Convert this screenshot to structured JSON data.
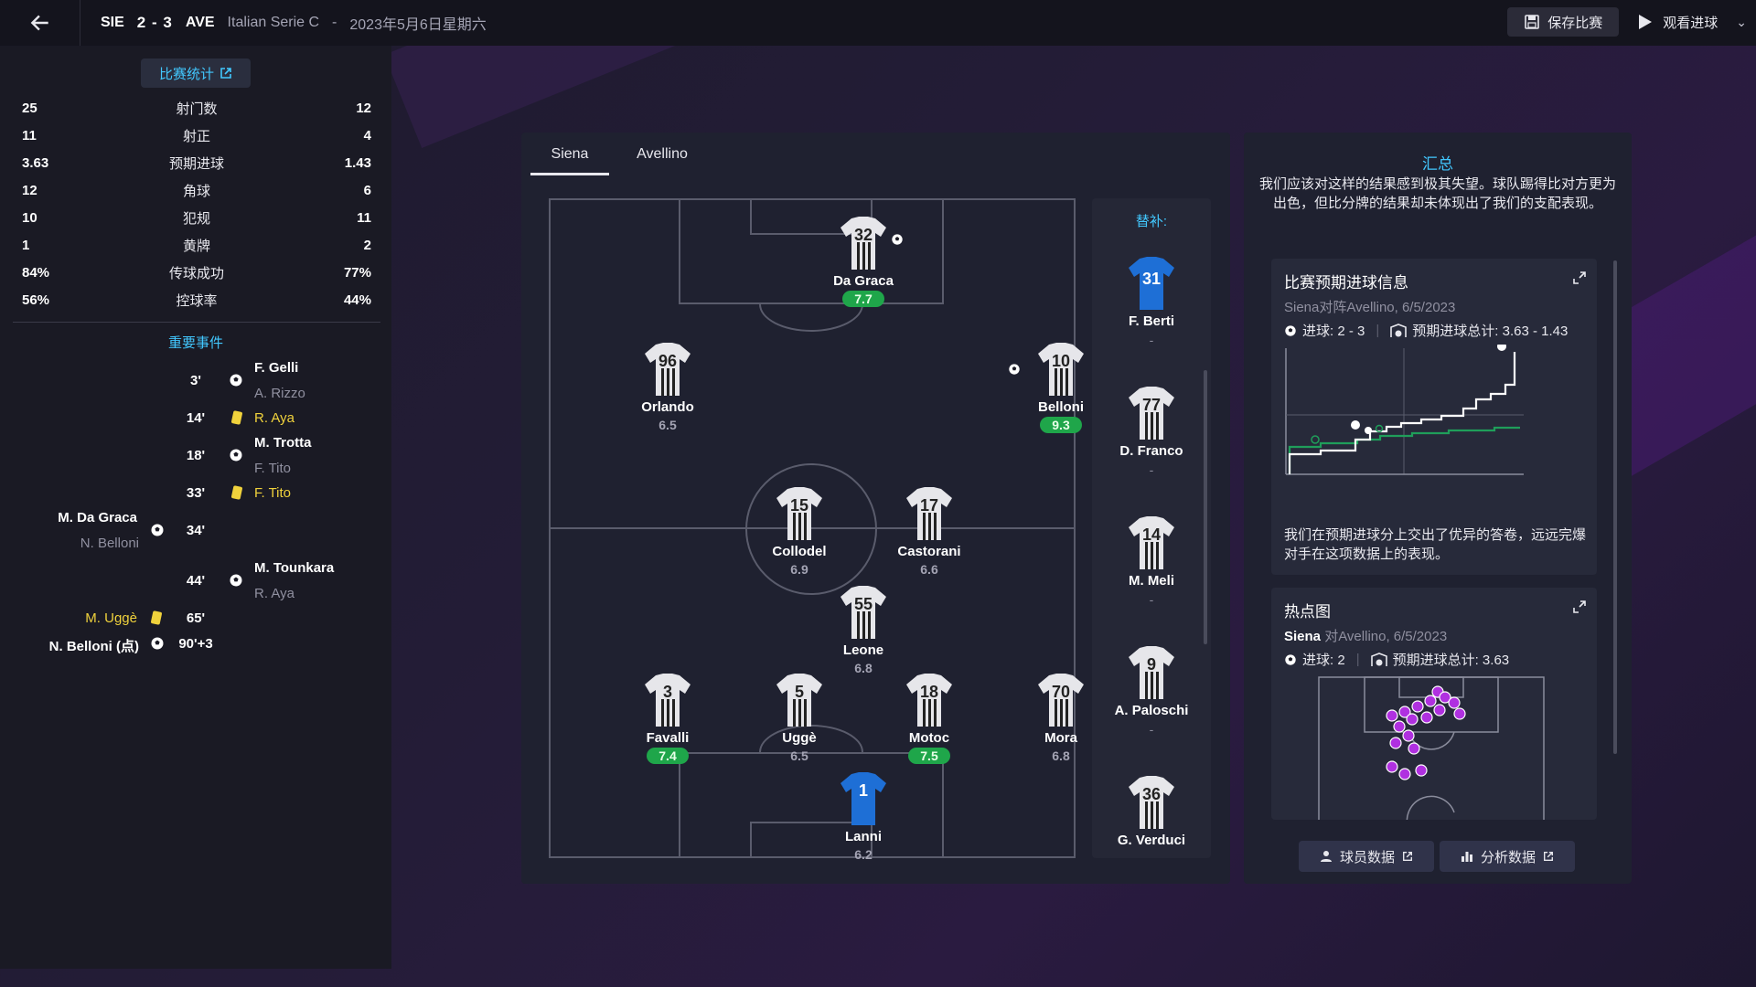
{
  "topbar": {
    "home_abbr": "SIE",
    "score": "2 - 3",
    "away_abbr": "AVE",
    "competition": "Italian Serie C",
    "separator": "-",
    "date": "2023年5月6日星期六",
    "save_label": "保存比赛",
    "watch_label": "观看进球"
  },
  "stats": {
    "button_label": "比赛统计",
    "rows": [
      {
        "home": "25",
        "label": "射门数",
        "away": "12"
      },
      {
        "home": "11",
        "label": "射正",
        "away": "4"
      },
      {
        "home": "3.63",
        "label": "预期进球",
        "away": "1.43"
      },
      {
        "home": "12",
        "label": "角球",
        "away": "6"
      },
      {
        "home": "10",
        "label": "犯规",
        "away": "11"
      },
      {
        "home": "1",
        "label": "黄牌",
        "away": "2"
      },
      {
        "home": "84%",
        "label": "传球成功",
        "away": "77%"
      },
      {
        "home": "56%",
        "label": "控球率",
        "away": "44%"
      }
    ]
  },
  "events": {
    "title": "重要事件",
    "items": [
      {
        "minute": "3'",
        "main": "F. Gelli",
        "sub": "A. Rizzo"
      },
      {
        "minute": "14'",
        "main": "R. Aya"
      },
      {
        "minute": "18'",
        "main": "M. Trotta",
        "sub": "F. Tito"
      },
      {
        "minute": "33'",
        "main": "F. Tito"
      },
      {
        "minute": "34'",
        "main": "M. Da Graca",
        "sub": "N. Belloni"
      },
      {
        "minute": "44'",
        "main": "M. Tounkara",
        "sub": "R. Aya"
      },
      {
        "minute": "65'",
        "main": "M. Uggè"
      },
      {
        "minute": "90'+3",
        "main": "N. Belloni (点)"
      }
    ]
  },
  "pitch": {
    "tabs": [
      "Siena",
      "Avellino"
    ],
    "players": [
      {
        "num": "32",
        "name": "Da Graca",
        "rating": "7.7"
      },
      {
        "num": "96",
        "name": "Orlando",
        "rating": "6.5"
      },
      {
        "num": "10",
        "name": "Belloni",
        "rating": "9.3"
      },
      {
        "num": "15",
        "name": "Collodel",
        "rating": "6.9"
      },
      {
        "num": "17",
        "name": "Castorani",
        "rating": "6.6"
      },
      {
        "num": "55",
        "name": "Leone",
        "rating": "6.8"
      },
      {
        "num": "3",
        "name": "Favalli",
        "rating": "7.4"
      },
      {
        "num": "5",
        "name": "Uggè",
        "rating": "6.5"
      },
      {
        "num": "18",
        "name": "Motoc",
        "rating": "7.5"
      },
      {
        "num": "70",
        "name": "Mora",
        "rating": "6.8"
      },
      {
        "num": "1",
        "name": "Lanni",
        "rating": "6.2"
      }
    ],
    "subs_title": "替补:",
    "subs": [
      {
        "num": "31",
        "name": "F. Berti",
        "rating": "-"
      },
      {
        "num": "77",
        "name": "D. Franco",
        "rating": "-"
      },
      {
        "num": "14",
        "name": "M. Meli",
        "rating": "-"
      },
      {
        "num": "9",
        "name": "A. Paloschi",
        "rating": "-"
      },
      {
        "num": "36",
        "name": "G. Verduci",
        "rating": ""
      }
    ]
  },
  "summary": {
    "title": "汇总",
    "text": "我们应该对这样的结果感到极其失望。球队踢得比对方更为出色，但比分牌的结果却未体现出了我们的支配表现。"
  },
  "xg_card": {
    "title": "比赛预期进球信息",
    "subtitle": "Siena对阵Avellino, 6/5/2023",
    "goals": "进球: 2 - 3",
    "xg_total": "预期进球总计: 3.63 - 1.43",
    "footer": "我们在预期进球分上交出了优异的答卷，远远完爆对手在这项数据上的表现。"
  },
  "heat_card": {
    "title": "热点图",
    "subtitle_team": "Siena",
    "subtitle_rest": " 对Avellino, 6/5/2023",
    "goals": "进球: 2",
    "xg_total": "预期进球总计: 3.63"
  },
  "buttons": {
    "player_data": "球员数据",
    "analysis_data": "分析数据"
  },
  "colors": {
    "accent": "#42c8ff",
    "rating_high": "#1fa64a",
    "yellow_card": "#f0d23c",
    "heat": "#b030e0"
  }
}
